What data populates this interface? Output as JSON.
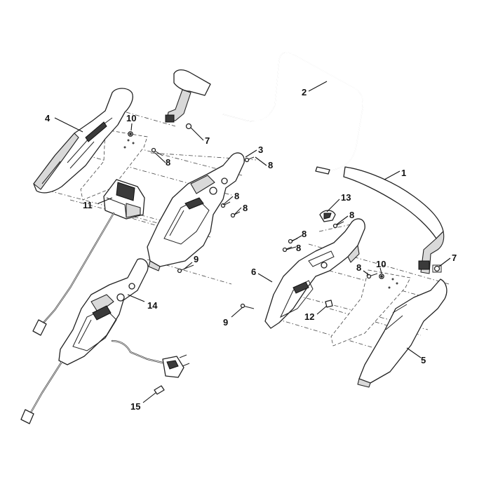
{
  "callouts": [
    {
      "id": "c4",
      "text": "4"
    },
    {
      "id": "c10a",
      "text": "10"
    },
    {
      "id": "c7a",
      "text": "7"
    },
    {
      "id": "c2",
      "text": "2"
    },
    {
      "id": "c8a",
      "text": "8"
    },
    {
      "id": "c3",
      "text": "3"
    },
    {
      "id": "c8b",
      "text": "8"
    },
    {
      "id": "c8c",
      "text": "8"
    },
    {
      "id": "c8d",
      "text": "8"
    },
    {
      "id": "c11",
      "text": "11"
    },
    {
      "id": "c9a",
      "text": "9"
    },
    {
      "id": "c1",
      "text": "1"
    },
    {
      "id": "c13",
      "text": "13"
    },
    {
      "id": "c8e",
      "text": "8"
    },
    {
      "id": "c8f",
      "text": "8"
    },
    {
      "id": "c8g",
      "text": "8"
    },
    {
      "id": "c7b",
      "text": "7"
    },
    {
      "id": "c10b",
      "text": "10"
    },
    {
      "id": "c8h",
      "text": "8"
    },
    {
      "id": "c6",
      "text": "6"
    },
    {
      "id": "c14",
      "text": "14"
    },
    {
      "id": "c9b",
      "text": "9"
    },
    {
      "id": "c12",
      "text": "12"
    },
    {
      "id": "c5",
      "text": "5"
    },
    {
      "id": "c15",
      "text": "15"
    }
  ]
}
